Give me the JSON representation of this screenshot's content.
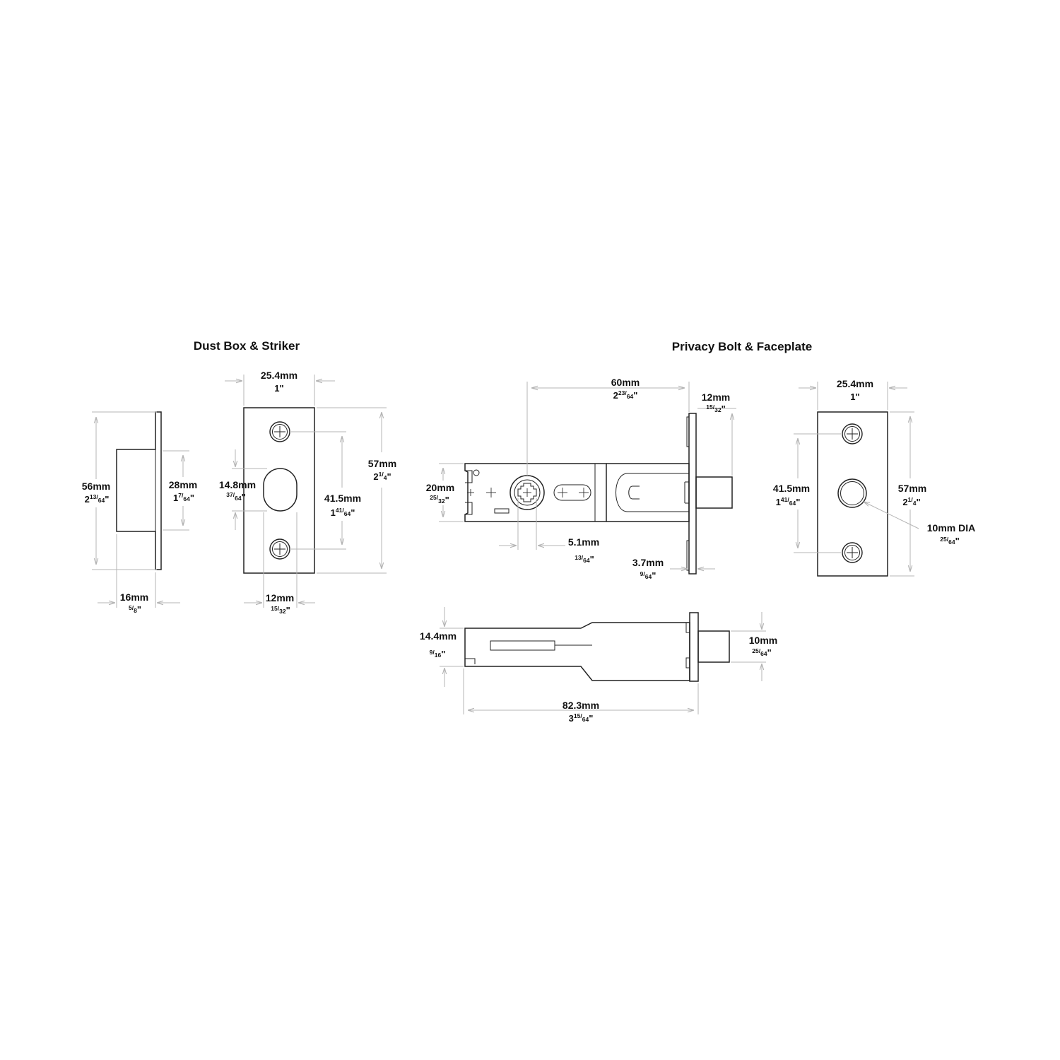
{
  "titles": {
    "left": "Dust Box & Striker",
    "right": "Privacy Bolt & Faceplate"
  },
  "dims": {
    "dust_box_height": {
      "mm": "56mm",
      "whole": "2",
      "num": "13",
      "den": "64",
      "mark": "\""
    },
    "dust_box_depth": {
      "mm": "16mm",
      "whole": "",
      "num": "5",
      "den": "8",
      "mark": "\""
    },
    "dust_box_opening": {
      "mm": "28mm",
      "whole": "1",
      "num": "7",
      "den": "64",
      "mark": "\""
    },
    "striker_width": {
      "mm": "25.4mm",
      "inch": "1\""
    },
    "striker_hole": {
      "mm": "14.8mm",
      "whole": "",
      "num": "37",
      "den": "64",
      "mark": "\""
    },
    "striker_screw_spacing": {
      "mm": "41.5mm",
      "whole": "1",
      "num": "41",
      "den": "64",
      "mark": "\""
    },
    "striker_height": {
      "mm": "57mm",
      "whole": "2",
      "num": "1",
      "den": "4",
      "mark": "\""
    },
    "striker_hole_width": {
      "mm": "12mm",
      "whole": "",
      "num": "15",
      "den": "32",
      "mark": "\""
    },
    "backset": {
      "mm": "60mm",
      "whole": "2",
      "num": "23",
      "den": "64",
      "mark": "\""
    },
    "bolt_projection": {
      "mm": "12mm",
      "whole": "",
      "num": "15",
      "den": "32",
      "mark": "\""
    },
    "case_height": {
      "mm": "20mm",
      "whole": "",
      "num": "25",
      "den": "32",
      "mark": "\""
    },
    "spindle": {
      "mm": "5.1mm",
      "whole": "",
      "num": "13",
      "den": "64",
      "mark": "\""
    },
    "faceplate_thickness": {
      "mm": "3.7mm",
      "whole": "",
      "num": "9",
      "den": "64",
      "mark": "\""
    },
    "faceplate_width": {
      "mm": "25.4mm",
      "inch": "1\""
    },
    "faceplate_screw_spacing": {
      "mm": "41.5mm",
      "whole": "1",
      "num": "41",
      "den": "64",
      "mark": "\""
    },
    "faceplate_height": {
      "mm": "57mm",
      "whole": "2",
      "num": "1",
      "den": "4",
      "mark": "\""
    },
    "bolt_diameter": {
      "mm": "10mm DIA",
      "whole": "",
      "num": "25",
      "den": "64",
      "mark": "\""
    },
    "side_height": {
      "mm": "14.4mm",
      "whole": "",
      "num": "9",
      "den": "16",
      "mark": "\""
    },
    "bolt_thickness": {
      "mm": "10mm",
      "whole": "",
      "num": "25",
      "den": "64",
      "mark": "\""
    },
    "overall_length": {
      "mm": "82.3mm",
      "whole": "3",
      "num": "15",
      "den": "64",
      "mark": "\""
    }
  }
}
